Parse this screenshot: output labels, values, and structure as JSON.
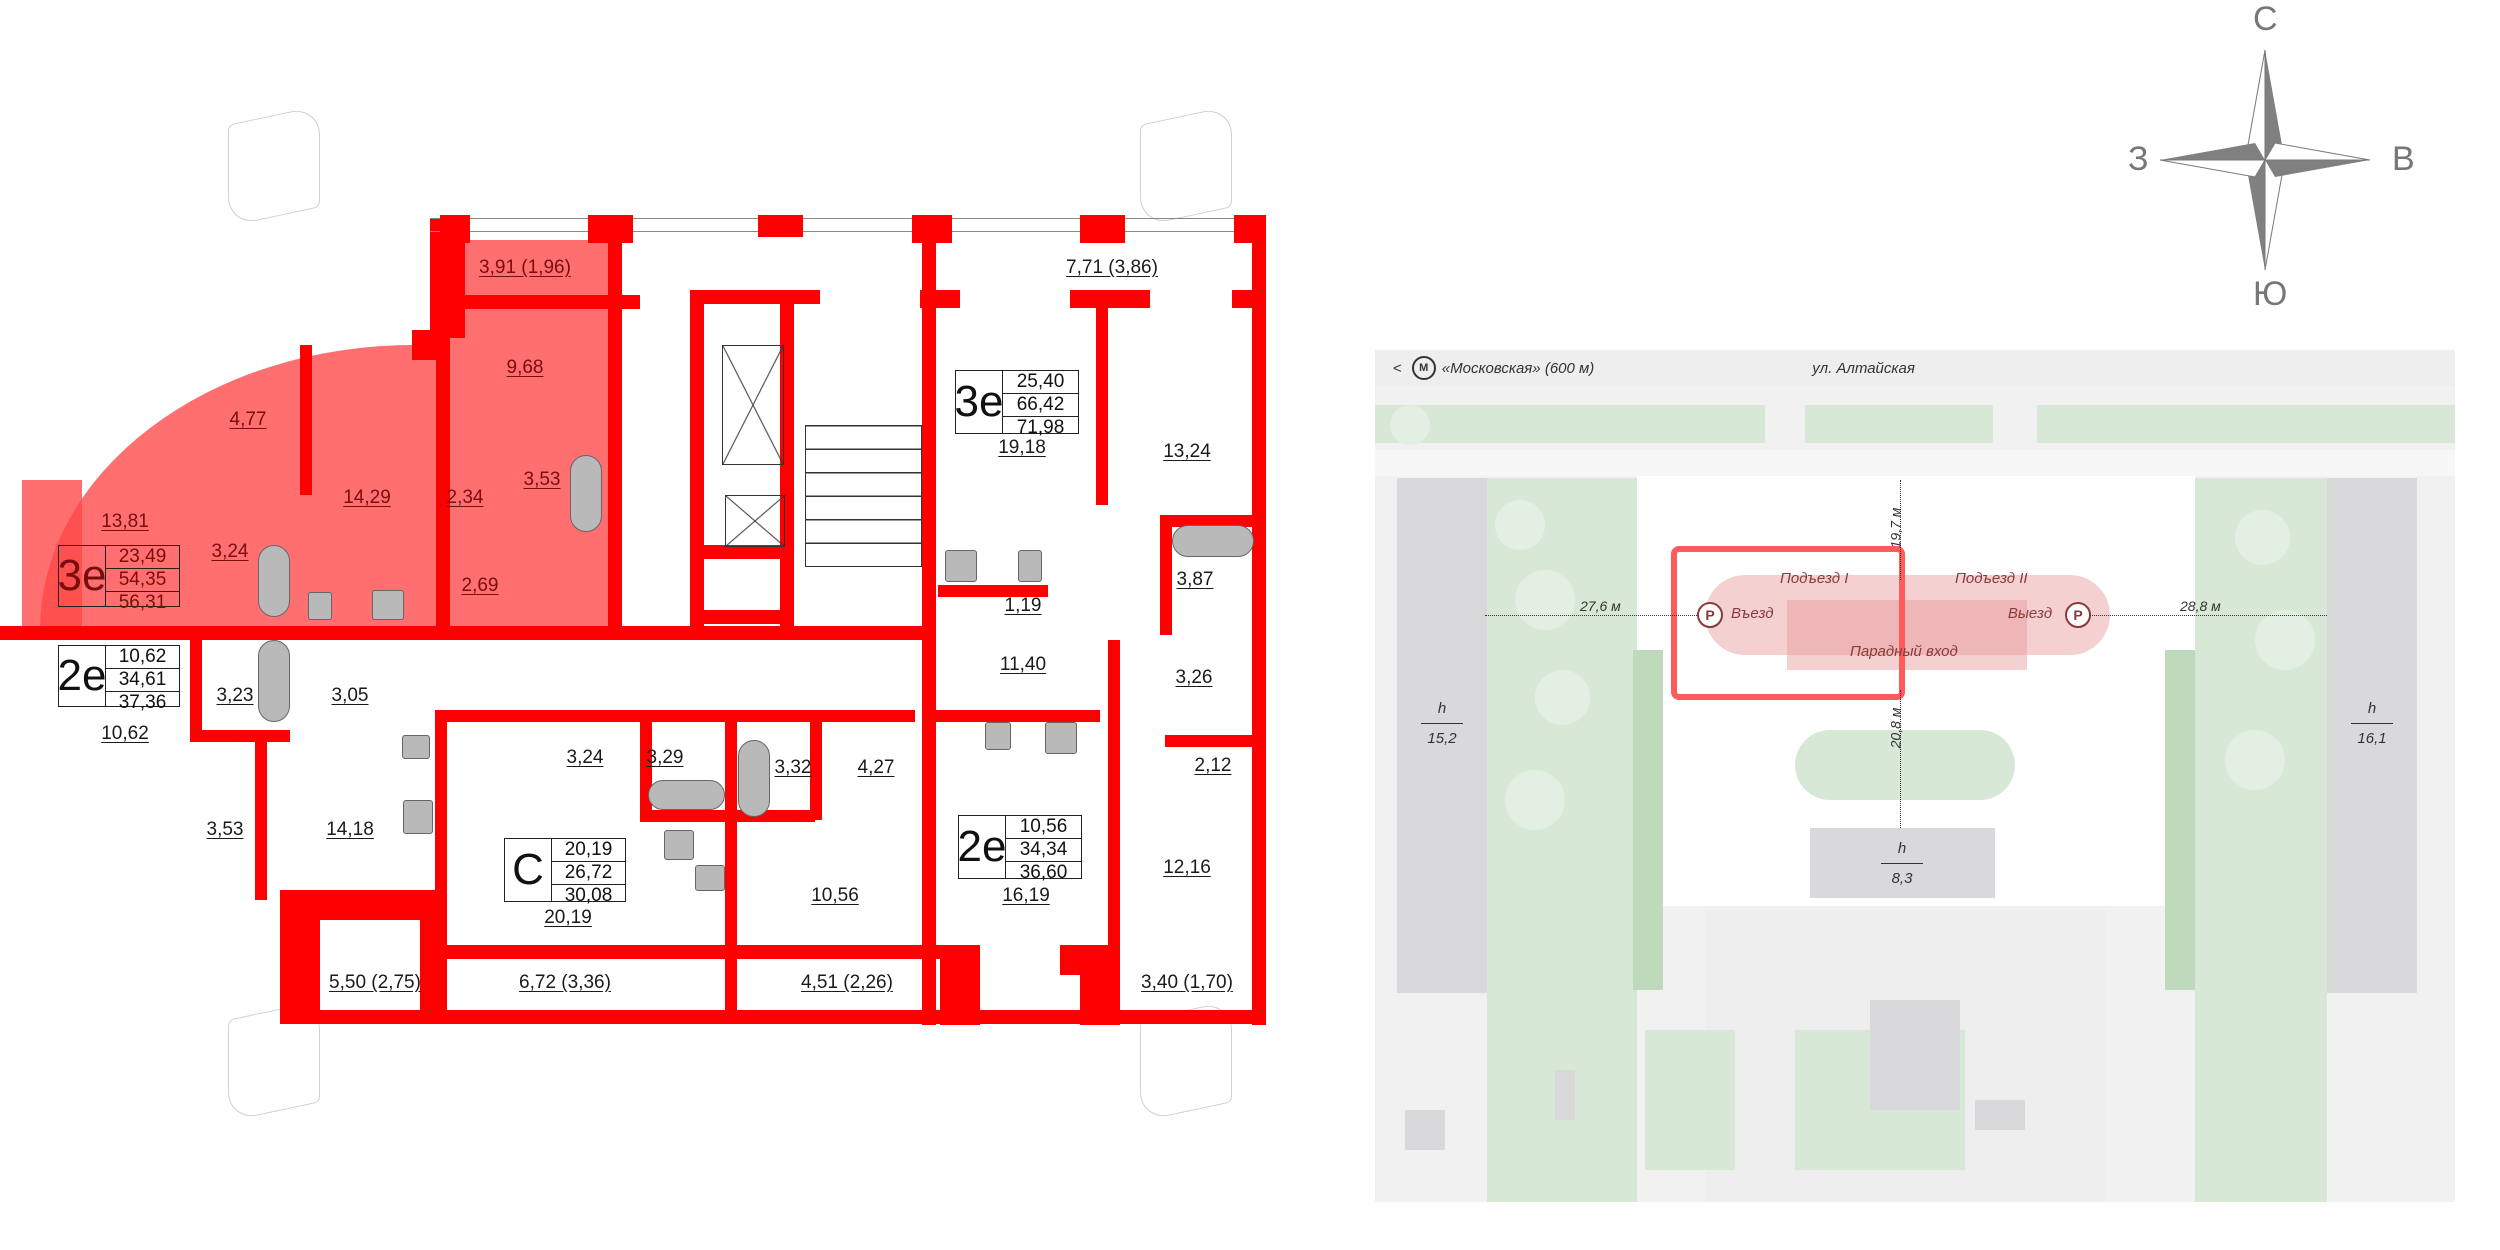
{
  "floor_plan": {
    "apartments": [
      {
        "id": "apt-3e-left",
        "type": "3е",
        "living_area": "23,49",
        "total_area": "54,35",
        "total_with_balcony": "56,31",
        "selected": true
      },
      {
        "id": "apt-2e-left",
        "type": "2е",
        "living_area": "10,62",
        "total_area": "34,61",
        "total_with_balcony": "37,36",
        "selected": false
      },
      {
        "id": "apt-3e-right",
        "type": "3е",
        "living_area": "25,40",
        "total_area": "66,42",
        "total_with_balcony": "71,98",
        "selected": false
      },
      {
        "id": "apt-studio",
        "type": "С",
        "living_area": "20,19",
        "total_area": "26,72",
        "total_with_balcony": "30,08",
        "selected": false
      },
      {
        "id": "apt-2e-right",
        "type": "2е",
        "living_area": "10,56",
        "total_area": "34,34",
        "total_with_balcony": "36,60",
        "selected": false
      }
    ],
    "rooms": {
      "balcony_top_left": "3,91 (1,96)",
      "balcony_top_right": "7,71 (3,86)",
      "r_9_68": "9,68",
      "r_4_77": "4,77",
      "r_14_29": "14,29",
      "r_13_81": "13,81",
      "r_2_34": "2,34",
      "r_3_53_top": "3,53",
      "r_3_24_left": "3,24",
      "r_2_69": "2,69",
      "r_19_18": "19,18",
      "r_13_24": "13,24",
      "r_3_87": "3,87",
      "r_1_19": "1,19",
      "r_11_40": "11,40",
      "r_3_26": "3,26",
      "r_2_12": "2,12",
      "r_12_16": "12,16",
      "r_16_19": "16,19",
      "r_10_62": "10,62",
      "r_3_23": "3,23",
      "r_3_05": "3,05",
      "r_3_53_bottom": "3,53",
      "r_14_18": "14,18",
      "r_3_24_mid": "3,24",
      "r_3_29": "3,29",
      "r_3_32": "3,32",
      "r_4_27": "4,27",
      "r_20_19": "20,19",
      "r_10_56": "10,56",
      "balcony_bottom_1": "5,50 (2,75)",
      "balcony_bottom_2": "6,72 (3,36)",
      "balcony_bottom_3": "4,51 (2,26)",
      "balcony_bottom_4": "3,40 (1,70)"
    }
  },
  "compass": {
    "north": "С",
    "south": "Ю",
    "west": "З",
    "east": "В"
  },
  "site_map": {
    "metro": {
      "back_icon": "chevron-left-icon",
      "icon": "metro-icon",
      "label": "«Московская» (600 м)"
    },
    "street": "ул. Алтайская",
    "entrances": [
      "Подъезд I",
      "Подъезд II"
    ],
    "parking_entry": "Въезд",
    "parking_exit": "Выезд",
    "main_entrance": "Парадный вход",
    "distances": {
      "west": "27,6 м",
      "east": "28,8 м",
      "north": "19,7 м",
      "south": "20,8 м"
    },
    "neighbor_heights": [
      {
        "label": "h",
        "value": "15,2"
      },
      {
        "label": "h",
        "value": "16,1"
      },
      {
        "label": "h",
        "value": "8,3"
      }
    ],
    "colors": {
      "highlight": "#ff5b5b",
      "greenery": "#d7e8d6",
      "building_footprint": "#e8a6a6"
    }
  },
  "colors": {
    "wall": "#ff0000",
    "selected_apartment": "#ff6b6b"
  }
}
